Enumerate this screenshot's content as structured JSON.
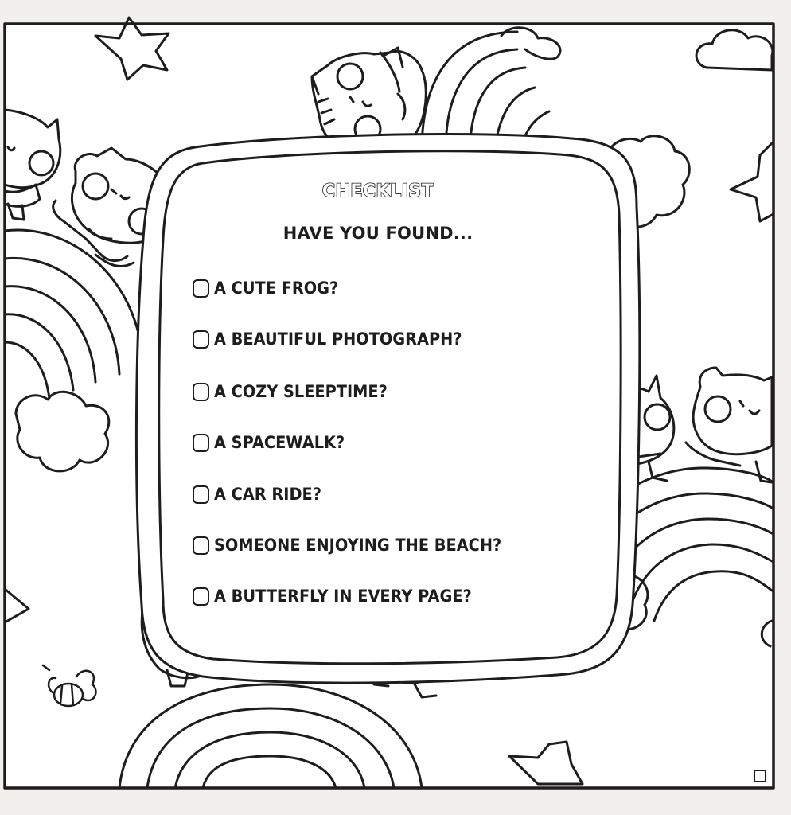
{
  "checklist": {
    "title": "CHECKLIST",
    "subtitle": "HAVE YOU FOUND...",
    "items": [
      "A CUTE FROG?",
      "A BEAUTIFUL PHOTOGRAPH?",
      "A COZY SLEEPTIME?",
      "A SPACEWALK?",
      "A CAR RIDE?",
      "SOMEONE ENJOYING THE BEACH?",
      "A BUTTERFLY IN EVERY PAGE?"
    ]
  },
  "colors": {
    "paper": "#f1f0ed",
    "ink": "#1d1d1d",
    "panel": "#ffffff"
  },
  "decorations": [
    "cat-icon",
    "rainbow-icon",
    "cloud-icon",
    "star-icon",
    "bee-icon"
  ]
}
